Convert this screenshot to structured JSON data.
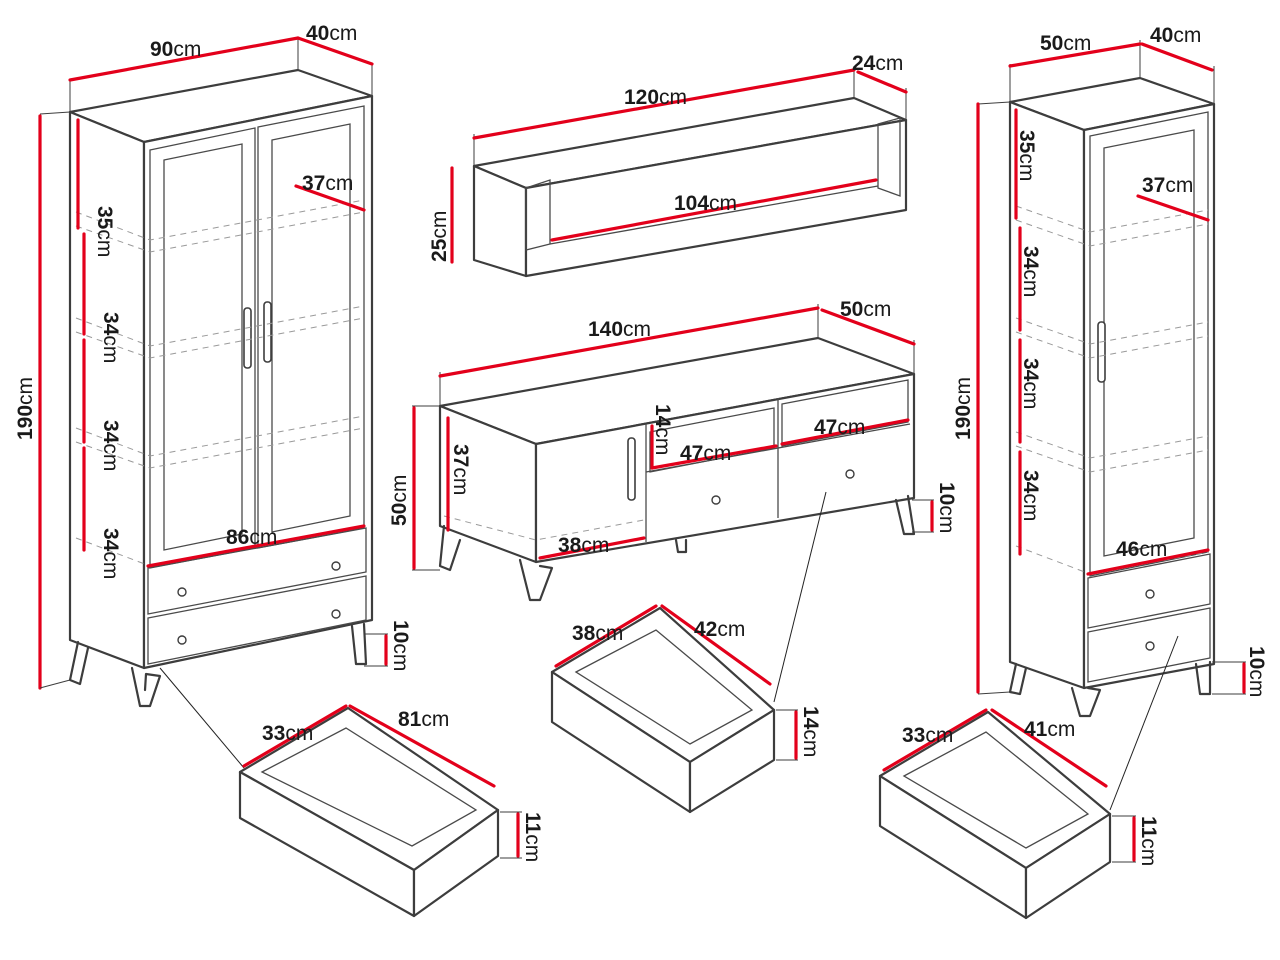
{
  "cabinet_left": {
    "width": "90",
    "depth": "40",
    "height": "190",
    "inner_width": "86",
    "shelf_depth": "37",
    "shelf_1": "35",
    "shelf_2": "34",
    "shelf_3": "34",
    "shelf_4": "34",
    "leg": "10",
    "drawer_depth": "33",
    "drawer_width": "81",
    "drawer_height": "11"
  },
  "wall_shelf": {
    "width": "120",
    "depth": "24",
    "height": "25",
    "inner_width": "104"
  },
  "tv_unit": {
    "width": "140",
    "depth": "50",
    "height": "50",
    "left_inner_height": "37",
    "left_inner_depth": "38",
    "niche_height": "14",
    "niche_1": "47",
    "niche_2": "47",
    "leg": "10",
    "drawer_depth": "38",
    "drawer_width": "42",
    "drawer_height": "14"
  },
  "cabinet_right": {
    "width": "50",
    "depth": "40",
    "height": "190",
    "inner_width": "46",
    "shelf_depth": "37",
    "shelf_1": "35",
    "shelf_2": "34",
    "shelf_3": "34",
    "shelf_4": "34",
    "leg": "10",
    "drawer_depth": "33",
    "drawer_width": "41",
    "drawer_height": "11"
  },
  "unit": "cm"
}
